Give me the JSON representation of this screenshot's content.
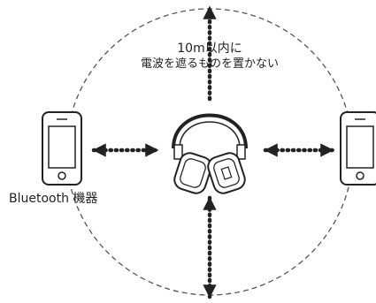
{
  "range_note": {
    "line1": "10m以内に",
    "line2": "電波を遮るものを置かない"
  },
  "device_label": "Bluetooth 機器",
  "colors": {
    "ink": "#222222",
    "range_circle": "#555555"
  }
}
